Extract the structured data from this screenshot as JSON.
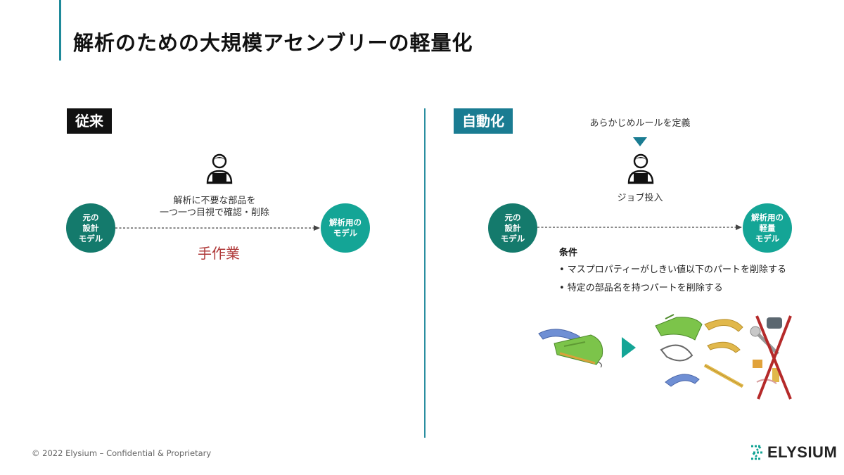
{
  "slide": {
    "title": "解析のための大規模アセンブリーの軽量化"
  },
  "left": {
    "tag": "従来",
    "source_model": [
      "元の",
      "設計",
      "モデル"
    ],
    "target_model": [
      "解析用の",
      "モデル"
    ],
    "description": [
      "解析に不要な部品を",
      "一つ一つ目視で確認・削除"
    ],
    "manual_label": "手作業"
  },
  "right": {
    "tag": "自動化",
    "rule_label": "あらかじめルールを定義",
    "job_label": "ジョブ投入",
    "source_model": [
      "元の",
      "設計",
      "モデル"
    ],
    "target_model": [
      "解析用の",
      "軽量",
      "モデル"
    ],
    "conditions_title": "条件",
    "conditions": [
      "• マスプロパティーがしきい値以下のパートを削除する",
      "• 特定の部品名を持つパートを削除する"
    ]
  },
  "footer": {
    "copyright": "© 2022 Elysium – Confidential & Proprietary",
    "logo_text": "ELYSIUM"
  },
  "colors": {
    "accent_teal": "#1a7c92",
    "circle_dark": "#147a6c",
    "circle_light": "#14a596",
    "manual_red": "#b03a3a",
    "delete_cross": "#b52a2a"
  }
}
